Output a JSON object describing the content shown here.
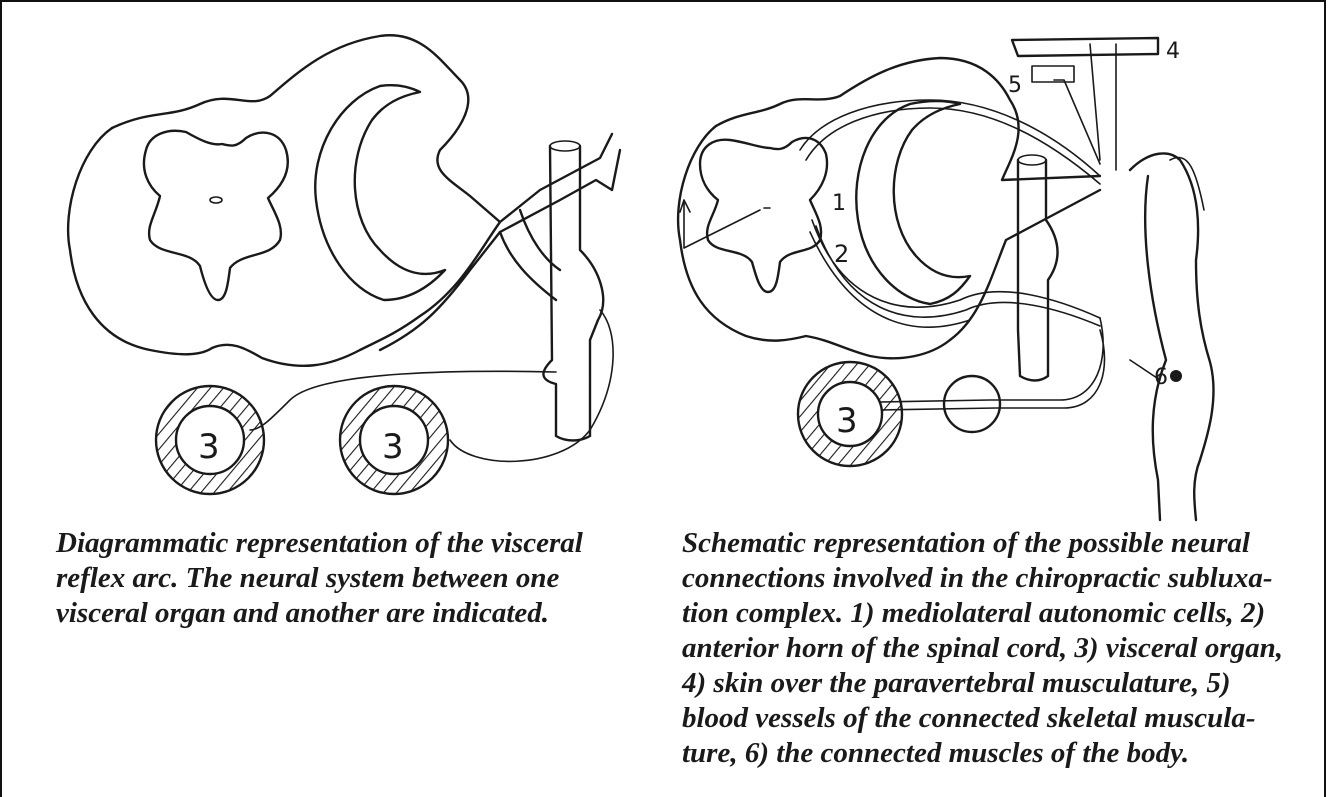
{
  "figure_left": {
    "labels": [
      "3",
      "3"
    ],
    "caption": "Diagrammatic representation of the visceral reflex arc. The neural system between one visceral organ and another are indicated."
  },
  "figure_right": {
    "labels": [
      "1",
      "2",
      "3",
      "4",
      "5",
      "6"
    ],
    "caption": "Schematic representation of the possible neural connections involved in the chiropractic subluxa-tion complex. 1) mediolateral autonomic cells, 2) anterior horn of the spinal cord, 3) visceral organ, 4) skin over the paravertebral musculature, 5) blood vessels of the connected skeletal muscula-ture, 6) the connected muscles of the body."
  }
}
